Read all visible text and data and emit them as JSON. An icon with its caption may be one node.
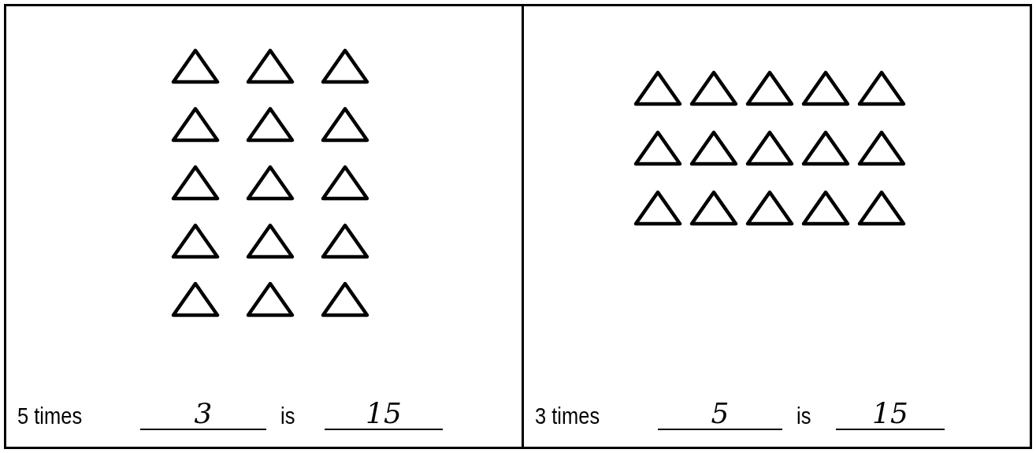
{
  "diagram": {
    "nodes": [
      {
        "text": [
          "5 times",
          "3",
          "is",
          "15"
        ]
      },
      {
        "text": [
          "3 times",
          "5",
          "is",
          "15"
        ]
      }
    ]
  }
}
